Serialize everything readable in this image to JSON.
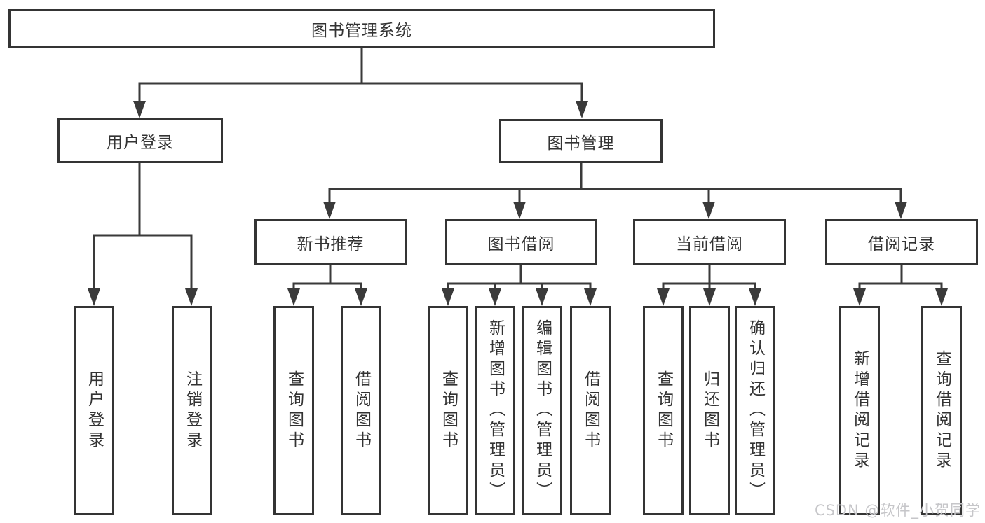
{
  "diagram": {
    "type": "tree",
    "title": "图书管理系统"
  },
  "nodes": {
    "root": "图书管理系统",
    "user_login": "用户登录",
    "book_management": "图书管理",
    "new_book_recommend": "新书推荐",
    "book_borrowing": "图书借阅",
    "current_borrowing": "当前借阅",
    "borrowing_records": "借阅记录",
    "login": "用户登录",
    "logout": "注销登录",
    "query_books_1": "查询图书",
    "borrow_books_1": "借阅图书",
    "query_books_2": "查询图书",
    "add_books_admin": "新增图书（管理员）",
    "edit_books_admin": "编辑图书（管理员）",
    "borrow_books_2": "借阅图书",
    "query_books_3": "查询图书",
    "return_books": "归还图书",
    "confirm_return_admin": "确认归还（管理员）",
    "add_borrow_record": "新增借阅记录",
    "query_borrow_record": "查询借阅记录"
  },
  "hierarchy": {
    "图书管理系统": {
      "用户登录": [
        "用户登录",
        "注销登录"
      ],
      "图书管理": {
        "新书推荐": [
          "查询图书",
          "借阅图书"
        ],
        "图书借阅": [
          "查询图书",
          "新增图书（管理员）",
          "编辑图书（管理员）",
          "借阅图书"
        ],
        "当前借阅": [
          "查询图书",
          "归还图书",
          "确认归还（管理员）"
        ],
        "借阅记录": [
          "新增借阅记录",
          "查询借阅记录"
        ]
      }
    }
  },
  "watermark": {
    "text": "CSDN @软件_小贺同学",
    "color": "#c6c6c9"
  },
  "colors": {
    "background": "#ffffff",
    "box_border": "#343434",
    "line": "#3a3a3a",
    "text": "#333333"
  }
}
